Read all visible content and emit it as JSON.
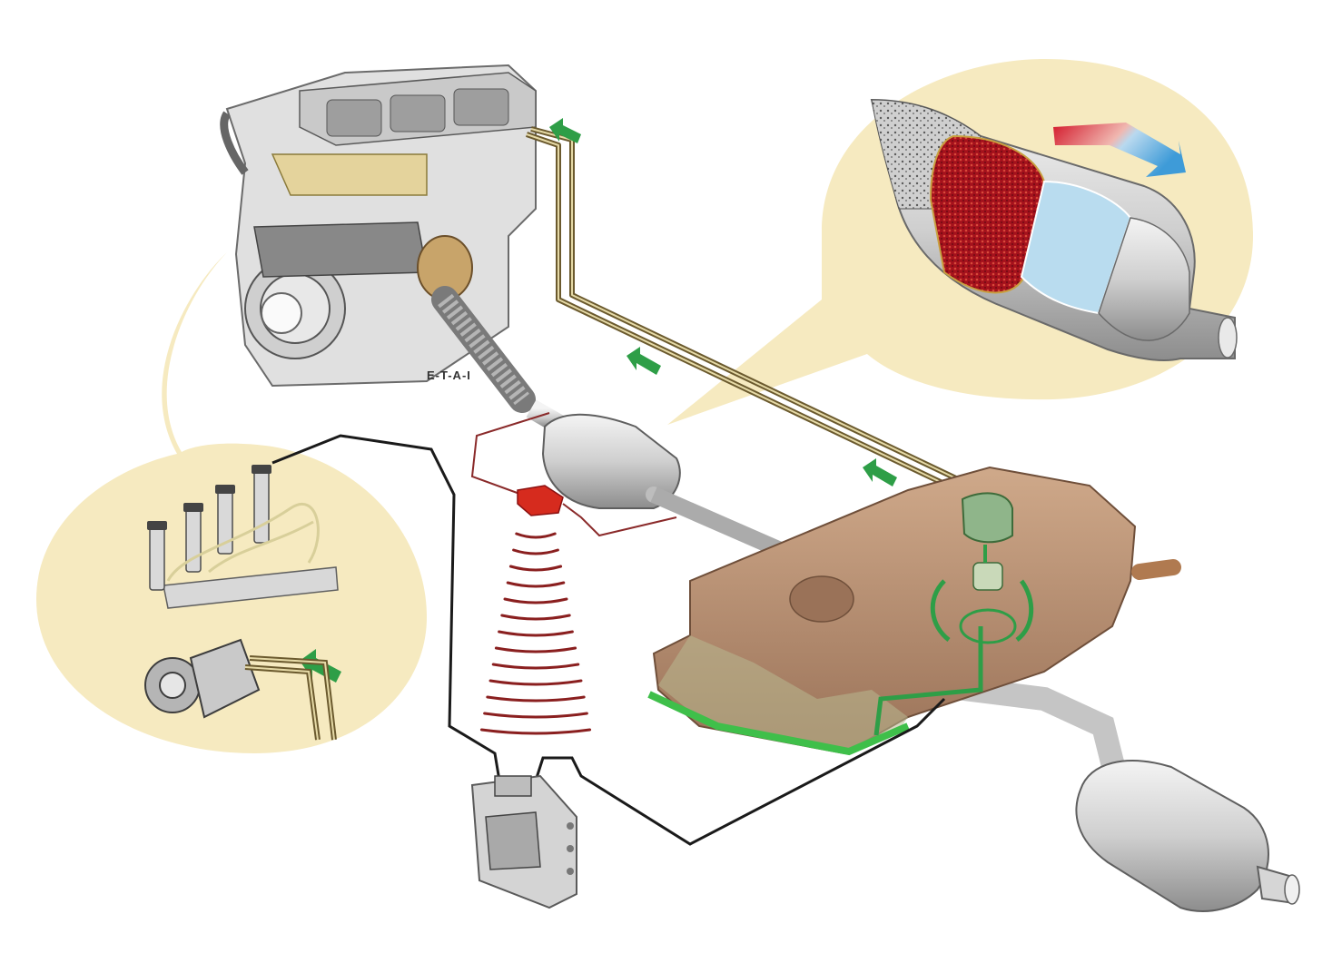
{
  "engine": {
    "label": "E-T-A-I"
  },
  "colors": {
    "bubble": "#f6eac0",
    "tank": "#b89070",
    "tank_edge": "#6f4f3a",
    "fuel_line": "#6b5a2e",
    "flow_arrow": "#2e9e47",
    "wire": "#1a1a1a",
    "sensor": "#d62b1e",
    "signal_wave": "#8a1f1f",
    "metal": "#d9d9d9",
    "hot": "#c8102e",
    "cold": "#4aa3df"
  },
  "icons": {
    "engine": "engine-block-illustration",
    "injectors": "fuel-injector-rail-illustration",
    "pump": "high-pressure-pump-illustration",
    "filter": "particulate-filter-cutaway-illustration",
    "tank": "fuel-tank-illustration",
    "ecu": "engine-control-unit-illustration",
    "muffler": "exhaust-muffler-illustration"
  }
}
